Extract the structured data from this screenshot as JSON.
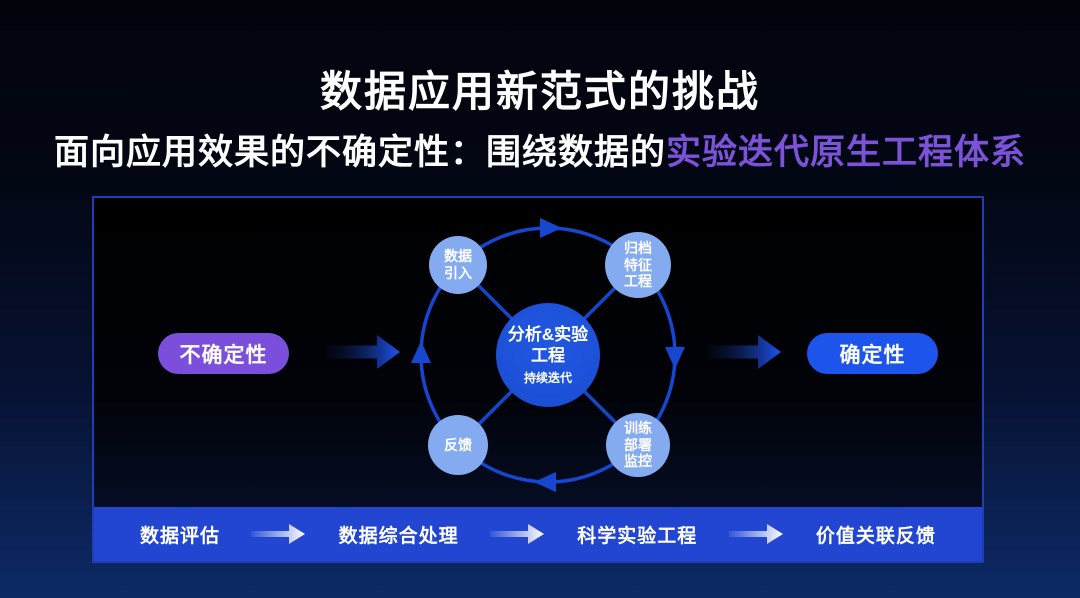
{
  "title": "数据应用新范式的挑战",
  "subtitle": {
    "normal": "面向应用效果的不确定性：围绕数据的",
    "highlight": "实验迭代原生工程体系"
  },
  "colors": {
    "accent_purple": "#7c52d9",
    "pill_purple": "#7b4fdc",
    "pill_blue": "#1d55ec",
    "ring_blue": "#1747d0",
    "node_light_blue": "#84aaf0",
    "center_blue": "#1a4cd2",
    "bar_blue": "#2346d2"
  },
  "diagram": {
    "left_pill": "不确定性",
    "right_pill": "确定性",
    "center": {
      "title": "分析&实验\n工程",
      "subtitle": "持续迭代"
    },
    "nodes": [
      {
        "label": "数据\n引入"
      },
      {
        "label": "归档\n特征\n工程"
      },
      {
        "label": "反馈"
      },
      {
        "label": "训练\n部署\n监控"
      }
    ]
  },
  "process_bar": {
    "steps": [
      "数据评估",
      "数据综合处理",
      "科学实验工程",
      "价值关联反馈"
    ]
  }
}
